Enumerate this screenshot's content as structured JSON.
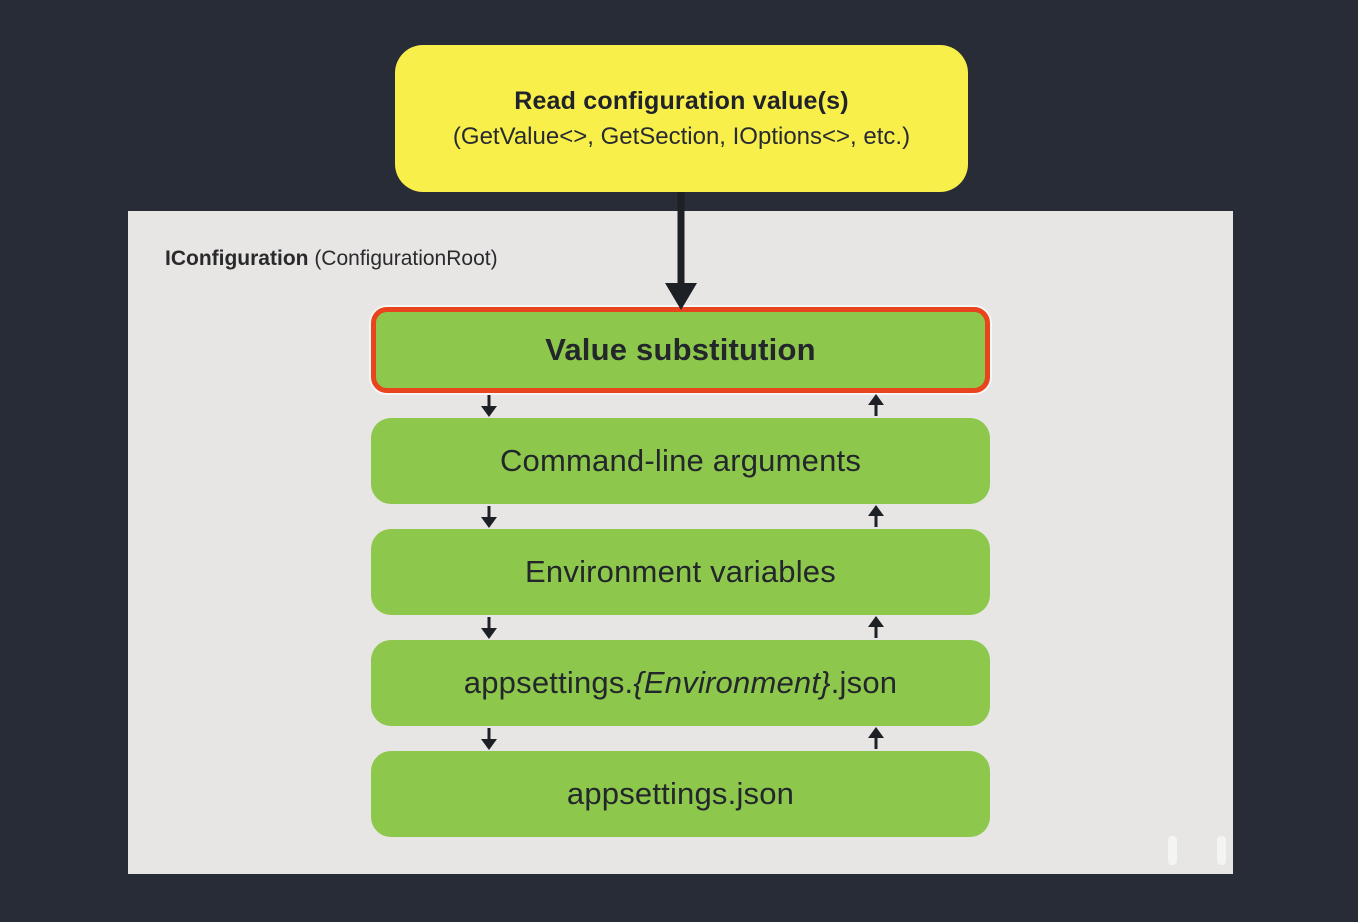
{
  "callout": {
    "title": "Read configuration value(s)",
    "subtitle": "(GetValue<>, GetSection, IOptions<>, etc.)"
  },
  "panel": {
    "title_bold": "IConfiguration",
    "title_regular": " (ConfigurationRoot)"
  },
  "layers": [
    {
      "label": "Value substitution",
      "highlighted": true
    },
    {
      "label": "Command-line arguments"
    },
    {
      "label": "Environment variables"
    },
    {
      "label_prefix": "appsettings.",
      "label_italic": "{Environment}",
      "label_suffix": ".json"
    },
    {
      "label": "appsettings.json"
    }
  ],
  "colors": {
    "background": "#282c36",
    "panel": "#e7e6e4",
    "layer_green": "#8dc84c",
    "callout_yellow": "#f9ef4b",
    "highlight_border_red": "#e8441d",
    "arrow_black": "#1d2025"
  },
  "icons": {
    "main_arrow": "down-arrow",
    "gap_left": "down-arrow",
    "gap_right": "up-arrow"
  }
}
